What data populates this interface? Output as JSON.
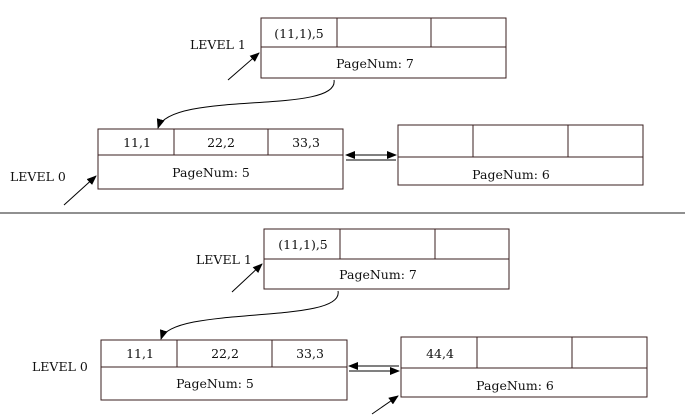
{
  "top": {
    "level1_label": "LEVEL 1",
    "level0_label": "LEVEL 0",
    "root_node": {
      "keys": [
        "(11,1),5",
        "",
        ""
      ],
      "page": "PageNum: 7"
    },
    "leaf_left": {
      "keys": [
        "11,1",
        "22,2",
        "33,3"
      ],
      "page": "PageNum: 5"
    },
    "leaf_right": {
      "keys": [
        "",
        "",
        ""
      ],
      "page": "PageNum: 6"
    }
  },
  "bottom": {
    "level1_label": "LEVEL 1",
    "level0_label": "LEVEL 0",
    "root_node": {
      "keys": [
        "(11,1),5",
        "",
        ""
      ],
      "page": "PageNum: 7"
    },
    "leaf_left": {
      "keys": [
        "11,1",
        "22,2",
        "33,3"
      ],
      "page": "PageNum: 5"
    },
    "leaf_right": {
      "keys": [
        "44,4",
        "",
        ""
      ],
      "page": "PageNum: 6"
    }
  }
}
